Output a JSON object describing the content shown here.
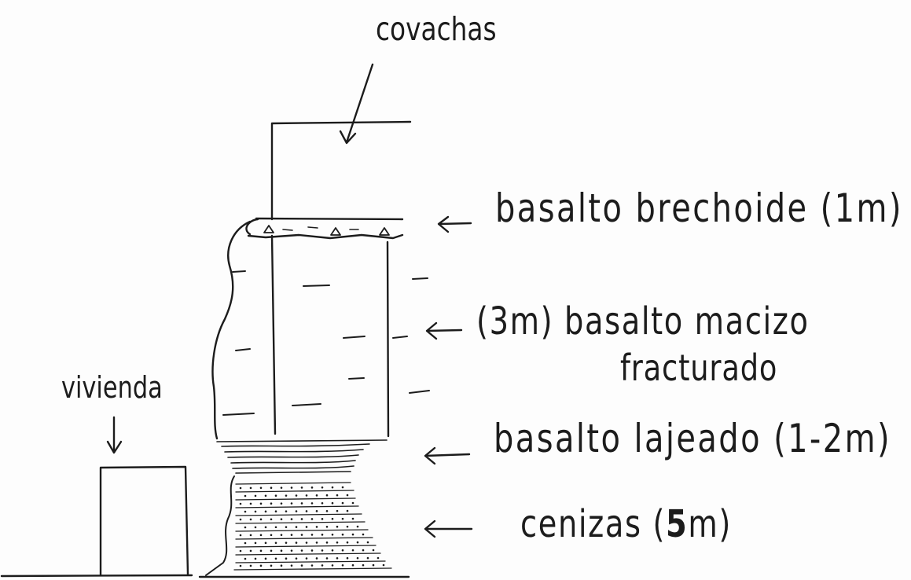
{
  "labels": {
    "covachas": "covachas",
    "basalto_brechoide": "basalto brechoide (1m)",
    "basalto_macizo": "(3m) basalto macizo",
    "fracturado": "fracturado",
    "basalto_lajeado": "basalto lajeado (1-2m)",
    "cenizas_text": "cenizas (",
    "cenizas_number": "5",
    "cenizas_unit": "m)",
    "vivienda": "vivienda"
  },
  "colors": {
    "ink": "#1c1c1c",
    "paper": "#fdfdfd"
  }
}
